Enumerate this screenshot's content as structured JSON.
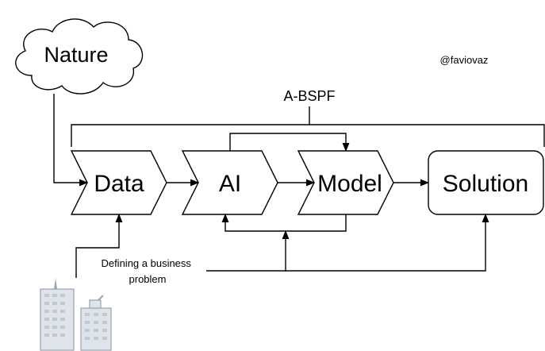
{
  "diagram": {
    "nature_label": "Nature",
    "author_handle": "@faviovaz",
    "framework_label": "A-BSPF",
    "steps": {
      "data": "Data",
      "ai": "AI",
      "model": "Model",
      "solution": "Solution"
    },
    "problem_label_line1": "Defining a business",
    "problem_label_line2": "problem"
  },
  "icons": {
    "buildings": "office-buildings-icon",
    "cloud": "cloud-icon"
  },
  "colors": {
    "line": "#000000",
    "building_fill": "#dfe3ea",
    "building_stroke": "#9aa3b0",
    "window": "#c3c9d3"
  }
}
